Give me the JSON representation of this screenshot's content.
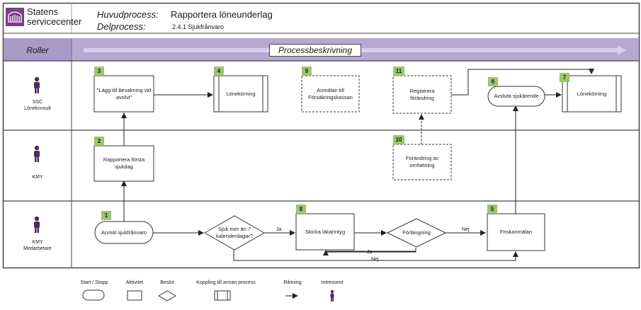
{
  "header": {
    "logo_line1": "Statens",
    "logo_line2": "servicecenter",
    "huvudprocess_label": "Huvudprocess:",
    "huvudprocess_value": "Rapportera löneunderlag",
    "delprocess_label": "Delprocess:",
    "delprocess_value": "2.4.1 Sjukfrånvaro"
  },
  "band": {
    "roller": "Roller",
    "processbeskrivning": "Processbeskrivning"
  },
  "roles": [
    {
      "line1": "SSC",
      "line2": "Lönekonsult"
    },
    {
      "line1": "KMY",
      "line2": ""
    },
    {
      "line1": "KMY",
      "line2": "Medarbetare"
    }
  ],
  "steps": {
    "s1": {
      "num": "1",
      "label": "Anmäl sjukfrånvaro"
    },
    "s2": {
      "num": "2",
      "label": "Rapportera första sjukdag"
    },
    "s3": {
      "num": "3",
      "label": "\"Lägg till bevakning vid avslut\""
    },
    "s4": {
      "num": "4",
      "label": "Lönekörning"
    },
    "s5": {
      "num": "5",
      "label": "Friskanmälan"
    },
    "s6": {
      "num": "6",
      "label": "Avsluta sjukärende"
    },
    "s7": {
      "num": "7",
      "label": "Lönekörning"
    },
    "s8": {
      "num": "8",
      "label": "Skicka läkarintyg"
    },
    "s9": {
      "num": "9",
      "label": "Anmälan till Försäkringskassan"
    },
    "s10": {
      "num": "10",
      "label": "Förändring av omfattning"
    },
    "s11": {
      "num": "11",
      "label": "Registrera förändring"
    },
    "d1": {
      "label": "Sjuk mer än 7 kalenderdagar?"
    },
    "d2": {
      "label": "Förlängning"
    }
  },
  "edges": {
    "ja1": "Ja",
    "nej1": "Nej",
    "ja2": "Ja",
    "nej2": "Nej"
  },
  "legend": {
    "start_stopp": "Start / Stopp",
    "aktivitet": "Aktivitet",
    "beslut": "Beslut",
    "koppling": "Koppling till annan process",
    "riktning": "Riktning",
    "intressent": "Intressent"
  },
  "colors": {
    "band_purple": "#b3a7cf",
    "band_dark": "#9585bd",
    "number_green": "#9bc66a",
    "logo_purple": "#7b3f89",
    "person_purple": "#4c2b63"
  }
}
